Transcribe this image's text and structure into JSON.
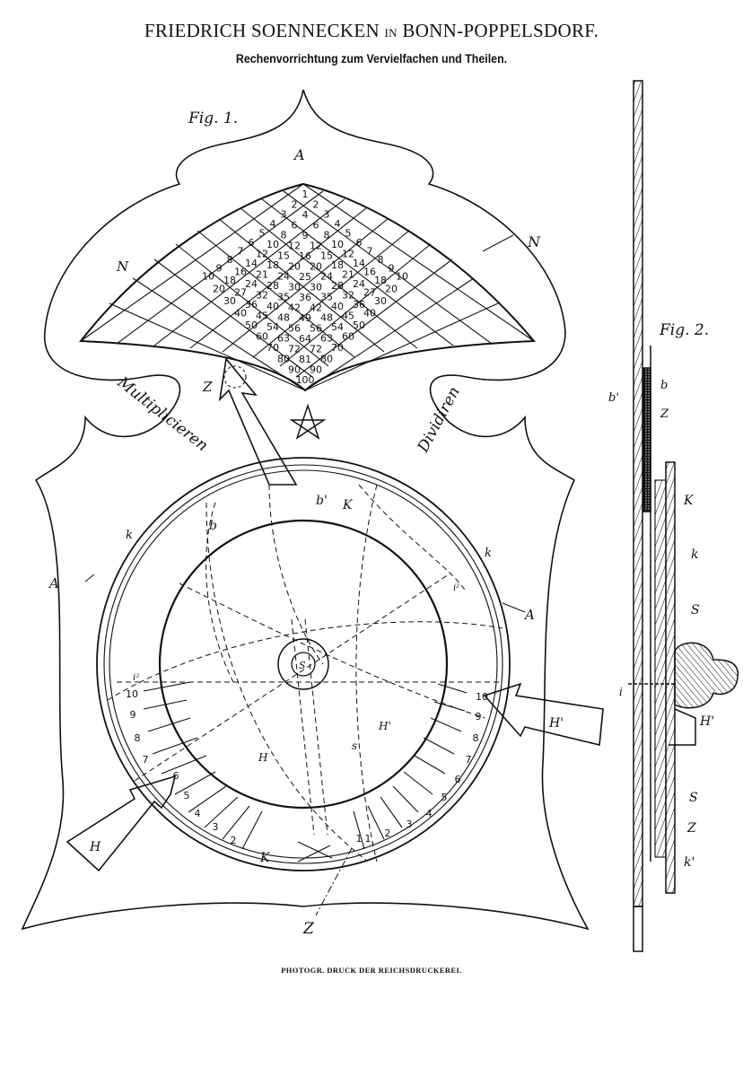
{
  "header": {
    "title_part1": "FRIEDRICH SOENNECKEN",
    "title_in": "IN",
    "title_part2": "BONN-POPPELSDORF.",
    "subtitle": "Rechenvorrichtung zum Vervielfachen und Theilen."
  },
  "fig1": {
    "label": "Fig. 1.",
    "label_A_top": "A",
    "label_N_left": "N",
    "label_N_right": "N",
    "label_multiplicieren": "Multiplicieren",
    "label_dividieren": "Dividiren",
    "label_Z_top": "Z",
    "label_Z_bottom": "Z",
    "label_A_left": "A",
    "label_A_right": "A",
    "label_K_top": "K",
    "label_K_bottom": "K",
    "label_k_left": "k",
    "label_k_right": "k",
    "label_b": "b",
    "label_b_prime": "b'",
    "label_H": "H",
    "label_H_inner": "H",
    "label_H_prime": "H'",
    "label_H_prime_inner": "H'",
    "label_s": "s",
    "label_center": "S",
    "label_i2_left": "i²",
    "label_i2_right": "i²",
    "grid_rows": [
      [
        "1"
      ],
      [
        "2",
        "2"
      ],
      [
        "3",
        "4",
        "3"
      ],
      [
        "4",
        "6",
        "6",
        "4"
      ],
      [
        "5",
        "8",
        "9",
        "8",
        "5"
      ],
      [
        "6",
        "10",
        "12",
        "12",
        "10",
        "6"
      ],
      [
        "7",
        "12",
        "15",
        "16",
        "15",
        "12",
        "7"
      ],
      [
        "8",
        "14",
        "18",
        "20",
        "20",
        "18",
        "14",
        "8"
      ],
      [
        "9",
        "16",
        "21",
        "24",
        "25",
        "24",
        "21",
        "16",
        "9"
      ],
      [
        "10",
        "18",
        "24",
        "28",
        "30",
        "30",
        "28",
        "24",
        "18",
        "10"
      ],
      [
        "20",
        "27",
        "32",
        "35",
        "36",
        "35",
        "32",
        "27",
        "20"
      ],
      [
        "30",
        "36",
        "40",
        "42",
        "42",
        "40",
        "36",
        "30"
      ],
      [
        "40",
        "45",
        "48",
        "49",
        "48",
        "45",
        "40"
      ],
      [
        "50",
        "54",
        "56",
        "56",
        "54",
        "50"
      ],
      [
        "60",
        "63",
        "64",
        "63",
        "60"
      ],
      [
        "70",
        "72",
        "72",
        "70"
      ],
      [
        "80",
        "81",
        "80"
      ],
      [
        "90",
        "90"
      ],
      [
        "100"
      ]
    ],
    "dial_left_scale": [
      "10",
      "9",
      "8",
      "7",
      "6",
      "5",
      "4",
      "3",
      "2",
      "1"
    ],
    "dial_right_scale": [
      "10",
      "9",
      "8",
      "7",
      "6",
      "5",
      "4",
      "3",
      "2",
      "1"
    ]
  },
  "fig2": {
    "label": "Fig. 2.",
    "label_b_prime": "b'",
    "label_b": "b",
    "label_Z": "Z",
    "label_K": "K",
    "label_k": "k",
    "label_S": "S",
    "label_i": "i",
    "label_H_prime": "H'",
    "label_S2": "S",
    "label_Z2": "Z",
    "label_k2": "k'"
  },
  "footer": {
    "text": "PHOTOGR. DRUCK DER REICHSDRUCKEREI."
  }
}
